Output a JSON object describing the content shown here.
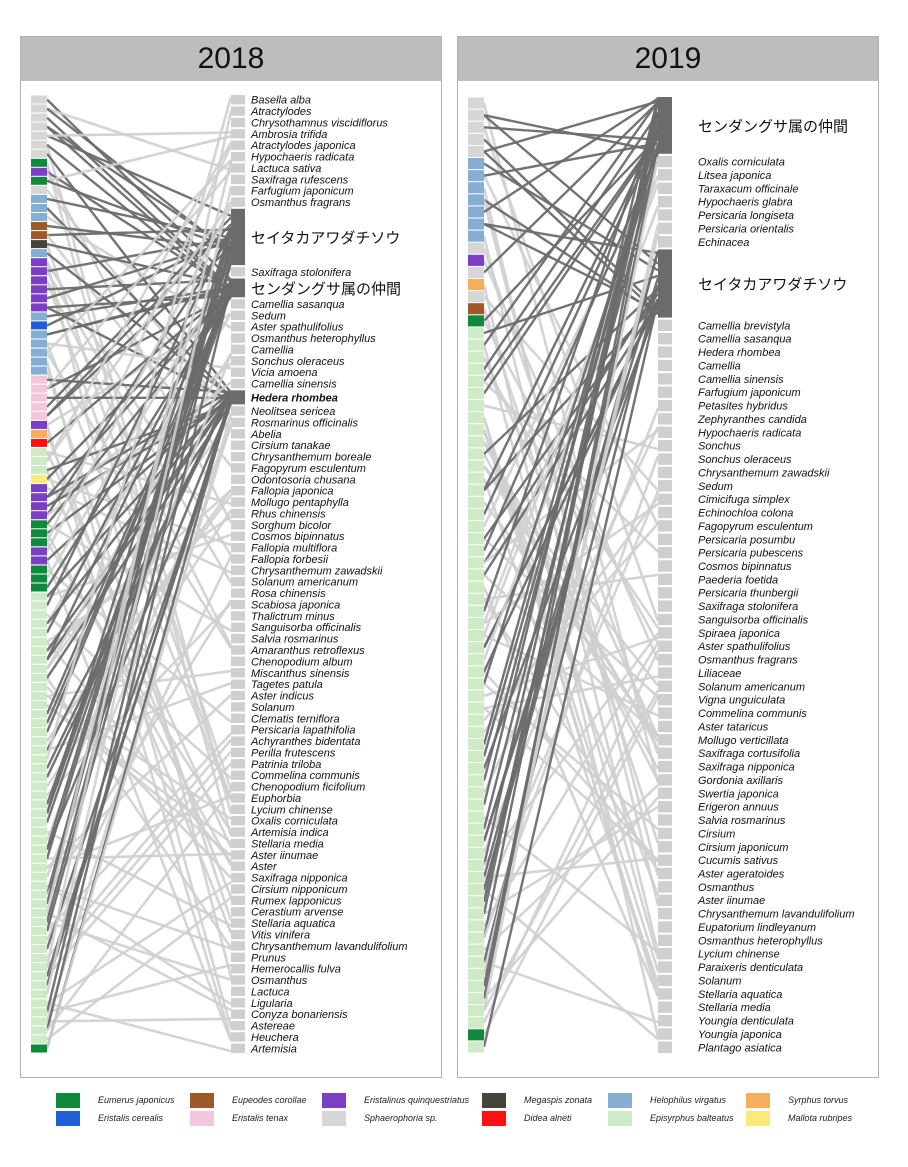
{
  "colors": {
    "panel_header": "#bdbdbd",
    "dark_link": "#6b6b6b",
    "light_link": "#cfcfcf",
    "plant_bar": "#cfcfcf"
  },
  "legend": [
    {
      "name": "Eumerus japonicus",
      "color": "#0f8a3c"
    },
    {
      "name": "Eristalis cerealis",
      "color": "#1f5fd6"
    },
    {
      "name": "Eupeodes corollae",
      "color": "#a0572a"
    },
    {
      "name": "Eristalis tenax",
      "color": "#f4c6dc"
    },
    {
      "name": "Eristalinus quinquestriatus",
      "color": "#7a3fc4"
    },
    {
      "name": "Sphaerophoria sp.",
      "color": "#d6d6d6"
    },
    {
      "name": "Megaspis zonata",
      "color": "#46433a"
    },
    {
      "name": "Didea alneti",
      "color": "#ff1010"
    },
    {
      "name": "Helophilus virgatus",
      "color": "#86aed2"
    },
    {
      "name": "Episyrphus balteatus",
      "color": "#cfeac7"
    },
    {
      "name": "Syrphus torvus",
      "color": "#f6ae5c"
    },
    {
      "name": "Mallota rubripes",
      "color": "#fbe97a"
    }
  ],
  "panels": [
    {
      "title": "2018",
      "plants": [
        {
          "name": "Basella alba",
          "w": 1
        },
        {
          "name": "Atractylodes",
          "w": 1
        },
        {
          "name": "Chrysothamnus viscidiflorus",
          "w": 1
        },
        {
          "name": "Ambrosia trifida",
          "w": 1
        },
        {
          "name": "Atractylodes japonica",
          "w": 1
        },
        {
          "name": "Hypochaeris radicata",
          "w": 1
        },
        {
          "name": "Lactuca sativa",
          "w": 1
        },
        {
          "name": "Saxifraga rufescens",
          "w": 1
        },
        {
          "name": "Farfugium japonicum",
          "w": 1
        },
        {
          "name": "Osmanthus fragrans",
          "w": 1
        },
        {
          "name": "セイタカアワダチソウ",
          "w": 6,
          "large": true,
          "dark": true
        },
        {
          "name": "Saxifraga stolonifera",
          "w": 1
        },
        {
          "name": "センダングサ属の仲間",
          "w": 2,
          "large": true,
          "dark": true
        },
        {
          "name": "Camellia sasanqua",
          "w": 1
        },
        {
          "name": "Sedum",
          "w": 1
        },
        {
          "name": "Aster spathulifolius",
          "w": 1
        },
        {
          "name": "Osmanthus heterophyllus",
          "w": 1
        },
        {
          "name": "Camellia",
          "w": 1
        },
        {
          "name": "Sonchus oleraceus",
          "w": 1
        },
        {
          "name": "Vicia amoena",
          "w": 1
        },
        {
          "name": "Camellia sinensis",
          "w": 1
        },
        {
          "name": "Hedera rhombea",
          "w": 1.5,
          "bold": true,
          "dark": true
        },
        {
          "name": "Neolitsea sericea",
          "w": 1
        },
        {
          "name": "Rosmarinus officinalis",
          "w": 1
        },
        {
          "name": "Abelia",
          "w": 1
        },
        {
          "name": "Cirsium tanakae",
          "w": 1
        },
        {
          "name": "Chrysanthemum boreale",
          "w": 1
        },
        {
          "name": "Fagopyrum esculentum",
          "w": 1
        },
        {
          "name": "Odontosoria chusana",
          "w": 1
        },
        {
          "name": "Fallopia japonica",
          "w": 1
        },
        {
          "name": "Mollugo pentaphylla",
          "w": 1
        },
        {
          "name": "Rhus chinensis",
          "w": 1
        },
        {
          "name": "Sorghum bicolor",
          "w": 1
        },
        {
          "name": "Cosmos bipinnatus",
          "w": 1
        },
        {
          "name": "Fallopia multiflora",
          "w": 1
        },
        {
          "name": "Fallopia forbesii",
          "w": 1
        },
        {
          "name": "Chrysanthemum zawadskii",
          "w": 1
        },
        {
          "name": "Solanum americanum",
          "w": 1
        },
        {
          "name": "Rosa chinensis",
          "w": 1
        },
        {
          "name": "Scabiosa japonica",
          "w": 1
        },
        {
          "name": "Thalictrum minus",
          "w": 1
        },
        {
          "name": "Sanguisorba officinalis",
          "w": 1
        },
        {
          "name": "Salvia rosmarinus",
          "w": 1
        },
        {
          "name": "Amaranthus retroflexus",
          "w": 1
        },
        {
          "name": "Chenopodium album",
          "w": 1
        },
        {
          "name": "Miscanthus sinensis",
          "w": 1
        },
        {
          "name": "Tagetes patula",
          "w": 1
        },
        {
          "name": "Aster indicus",
          "w": 1
        },
        {
          "name": "Solanum",
          "w": 1
        },
        {
          "name": "Clematis terniflora",
          "w": 1
        },
        {
          "name": "Persicaria lapathifolia",
          "w": 1
        },
        {
          "name": "Achyranthes bidentata",
          "w": 1
        },
        {
          "name": "Perilla frutescens",
          "w": 1
        },
        {
          "name": "Patrinia triloba",
          "w": 1
        },
        {
          "name": "Commelina communis",
          "w": 1
        },
        {
          "name": "Chenopodium ficifolium",
          "w": 1
        },
        {
          "name": "Euphorbia",
          "w": 1
        },
        {
          "name": "Lycium chinense",
          "w": 1
        },
        {
          "name": "Oxalis corniculata",
          "w": 1
        },
        {
          "name": "Artemisia indica",
          "w": 1
        },
        {
          "name": "Stellaria media",
          "w": 1
        },
        {
          "name": "Aster iinumae",
          "w": 1
        },
        {
          "name": "Aster",
          "w": 1
        },
        {
          "name": "Saxifraga nipponica",
          "w": 1
        },
        {
          "name": "Cirsium nipponicum",
          "w": 1
        },
        {
          "name": "Rumex lapponicus",
          "w": 1
        },
        {
          "name": "Cerastium arvense",
          "w": 1
        },
        {
          "name": "Stellaria aquatica",
          "w": 1
        },
        {
          "name": "Vitis vinifera",
          "w": 1
        },
        {
          "name": "Chrysanthemum lavandulifolium",
          "w": 1
        },
        {
          "name": "Prunus",
          "w": 1
        },
        {
          "name": "Hemerocallis fulva",
          "w": 1
        },
        {
          "name": "Osmanthus",
          "w": 1
        },
        {
          "name": "Lactuca",
          "w": 1
        },
        {
          "name": "Ligularia",
          "w": 1
        },
        {
          "name": "Conyza bonariensis",
          "w": 1
        },
        {
          "name": "Astereae",
          "w": 1
        },
        {
          "name": "Heuchera",
          "w": 1
        },
        {
          "name": "Artemisia",
          "w": 1
        }
      ],
      "insect_color_runs": [
        [
          "#d6d6d6",
          7
        ],
        [
          "#0f8a3c",
          1
        ],
        [
          "#7a3fc4",
          1
        ],
        [
          "#0f8a3c",
          1
        ],
        [
          "#d6d6d6",
          1
        ],
        [
          "#86aed2",
          3
        ],
        [
          "#a0572a",
          2
        ],
        [
          "#46433a",
          1
        ],
        [
          "#86aed2",
          1
        ],
        [
          "#7a3fc4",
          6
        ],
        [
          "#86aed2",
          1
        ],
        [
          "#1f5fd6",
          1
        ],
        [
          "#86aed2",
          5
        ],
        [
          "#f4c6dc",
          5
        ],
        [
          "#7a3fc4",
          1
        ],
        [
          "#f6ae5c",
          1
        ],
        [
          "#ff1010",
          1
        ],
        [
          "#cfeac7",
          3
        ],
        [
          "#fbe97a",
          1
        ],
        [
          "#7a3fc4",
          4
        ],
        [
          "#0f8a3c",
          3
        ],
        [
          "#7a3fc4",
          2
        ],
        [
          "#0f8a3c",
          3
        ],
        [
          "#cfeac7",
          50
        ],
        [
          "#0f8a3c",
          1
        ]
      ]
    },
    {
      "title": "2019",
      "plants": [
        {
          "name": "センダングサ属の仲間",
          "w": 5,
          "large": true,
          "dark": true
        },
        {
          "name": "Oxalis corniculata",
          "w": 1
        },
        {
          "name": "Litsea japonica",
          "w": 1
        },
        {
          "name": "Taraxacum officinale",
          "w": 1
        },
        {
          "name": "Hypochaeris glabra",
          "w": 1
        },
        {
          "name": "Persicaria longiseta",
          "w": 1
        },
        {
          "name": "Persicaria orientalis",
          "w": 1
        },
        {
          "name": "Echinacea",
          "w": 1
        },
        {
          "name": "セイタカアワダチソウ",
          "w": 6,
          "large": true,
          "dark": true
        },
        {
          "name": "Camellia brevistyla",
          "w": 1
        },
        {
          "name": "Camellia sasanqua",
          "w": 1
        },
        {
          "name": "Hedera rhombea",
          "w": 1
        },
        {
          "name": "Camellia",
          "w": 1
        },
        {
          "name": "Camellia sinensis",
          "w": 1
        },
        {
          "name": "Farfugium japonicum",
          "w": 1
        },
        {
          "name": "Petasites hybridus",
          "w": 1
        },
        {
          "name": "Zephyranthes candida",
          "w": 1
        },
        {
          "name": "Hypochaeris radicata",
          "w": 1
        },
        {
          "name": "Sonchus",
          "w": 1
        },
        {
          "name": "Sonchus oleraceus",
          "w": 1
        },
        {
          "name": "Chrysanthemum zawadskii",
          "w": 1
        },
        {
          "name": "Sedum",
          "w": 1
        },
        {
          "name": "Cimicifuga simplex",
          "w": 1
        },
        {
          "name": "Echinochloa colona",
          "w": 1
        },
        {
          "name": "Fagopyrum esculentum",
          "w": 1
        },
        {
          "name": "Persicaria posumbu",
          "w": 1
        },
        {
          "name": "Persicaria pubescens",
          "w": 1
        },
        {
          "name": "Cosmos bipinnatus",
          "w": 1
        },
        {
          "name": "Paederia foetida",
          "w": 1
        },
        {
          "name": "Persicaria thunbergii",
          "w": 1
        },
        {
          "name": "Saxifraga stolonifera",
          "w": 1
        },
        {
          "name": "Sanguisorba officinalis",
          "w": 1
        },
        {
          "name": "Spiraea japonica",
          "w": 1
        },
        {
          "name": "Aster spathulifolius",
          "w": 1
        },
        {
          "name": "Osmanthus fragrans",
          "w": 1
        },
        {
          "name": "Liliaceae",
          "w": 1
        },
        {
          "name": "Solanum americanum",
          "w": 1
        },
        {
          "name": "Vigna unguiculata",
          "w": 1
        },
        {
          "name": "Commelina communis",
          "w": 1
        },
        {
          "name": "Aster tataricus",
          "w": 1
        },
        {
          "name": "Mollugo verticillata",
          "w": 1
        },
        {
          "name": "Saxifraga cortusifolia",
          "w": 1
        },
        {
          "name": "Saxifraga nipponica",
          "w": 1
        },
        {
          "name": "Gordonia axillaris",
          "w": 1
        },
        {
          "name": "Swertia japonica",
          "w": 1
        },
        {
          "name": "Erigeron annuus",
          "w": 1
        },
        {
          "name": "Salvia rosmarinus",
          "w": 1
        },
        {
          "name": "Cirsium",
          "w": 1
        },
        {
          "name": "Cirsium japonicum",
          "w": 1
        },
        {
          "name": "Cucumis sativus",
          "w": 1
        },
        {
          "name": "Aster ageratoides",
          "w": 1
        },
        {
          "name": "Osmanthus",
          "w": 1
        },
        {
          "name": "Aster iinumae",
          "w": 1
        },
        {
          "name": "Chrysanthemum lavandulifolium",
          "w": 1
        },
        {
          "name": "Eupatorium lindleyanum",
          "w": 1
        },
        {
          "name": "Osmanthus heterophyllus",
          "w": 1
        },
        {
          "name": "Lycium chinense",
          "w": 1
        },
        {
          "name": "Paraixeris denticulata",
          "w": 1
        },
        {
          "name": "Solanum",
          "w": 1
        },
        {
          "name": "Stellaria aquatica",
          "w": 1
        },
        {
          "name": "Stellaria media",
          "w": 1
        },
        {
          "name": "Youngia denticulata",
          "w": 1
        },
        {
          "name": "Youngia japonica",
          "w": 1
        },
        {
          "name": "Plantago asiatica",
          "w": 1
        }
      ],
      "insect_color_runs": [
        [
          "#d6d6d6",
          5
        ],
        [
          "#86aed2",
          7
        ],
        [
          "#d6d6d6",
          1
        ],
        [
          "#7a3fc4",
          1
        ],
        [
          "#d6d6d6",
          1
        ],
        [
          "#f6ae5c",
          1
        ],
        [
          "#d6d6d6",
          1
        ],
        [
          "#a0572a",
          1
        ],
        [
          "#0f8a3c",
          1
        ],
        [
          "#cfeac7",
          58
        ],
        [
          "#0f8a3c",
          1
        ],
        [
          "#cfeac7",
          1
        ]
      ]
    }
  ]
}
